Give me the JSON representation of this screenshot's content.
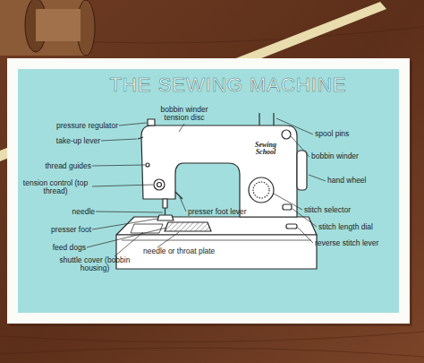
{
  "diagram": {
    "title": "THE SEWING MACHINE",
    "labels": [
      "pressure regulator",
      "bobbin winder tension disc",
      "spool pins",
      "take-up lever",
      "bobbin winder",
      "thread guides",
      "Sewing School",
      "hand wheel",
      "tension control (top thread)",
      "presser foot lever",
      "stitch selector",
      "needle",
      "stitch length dial",
      "presser foot",
      "reverse stitch lever",
      "feed dogs",
      "needle or throat plate",
      "shuttle cover (bobbin housing)"
    ]
  }
}
